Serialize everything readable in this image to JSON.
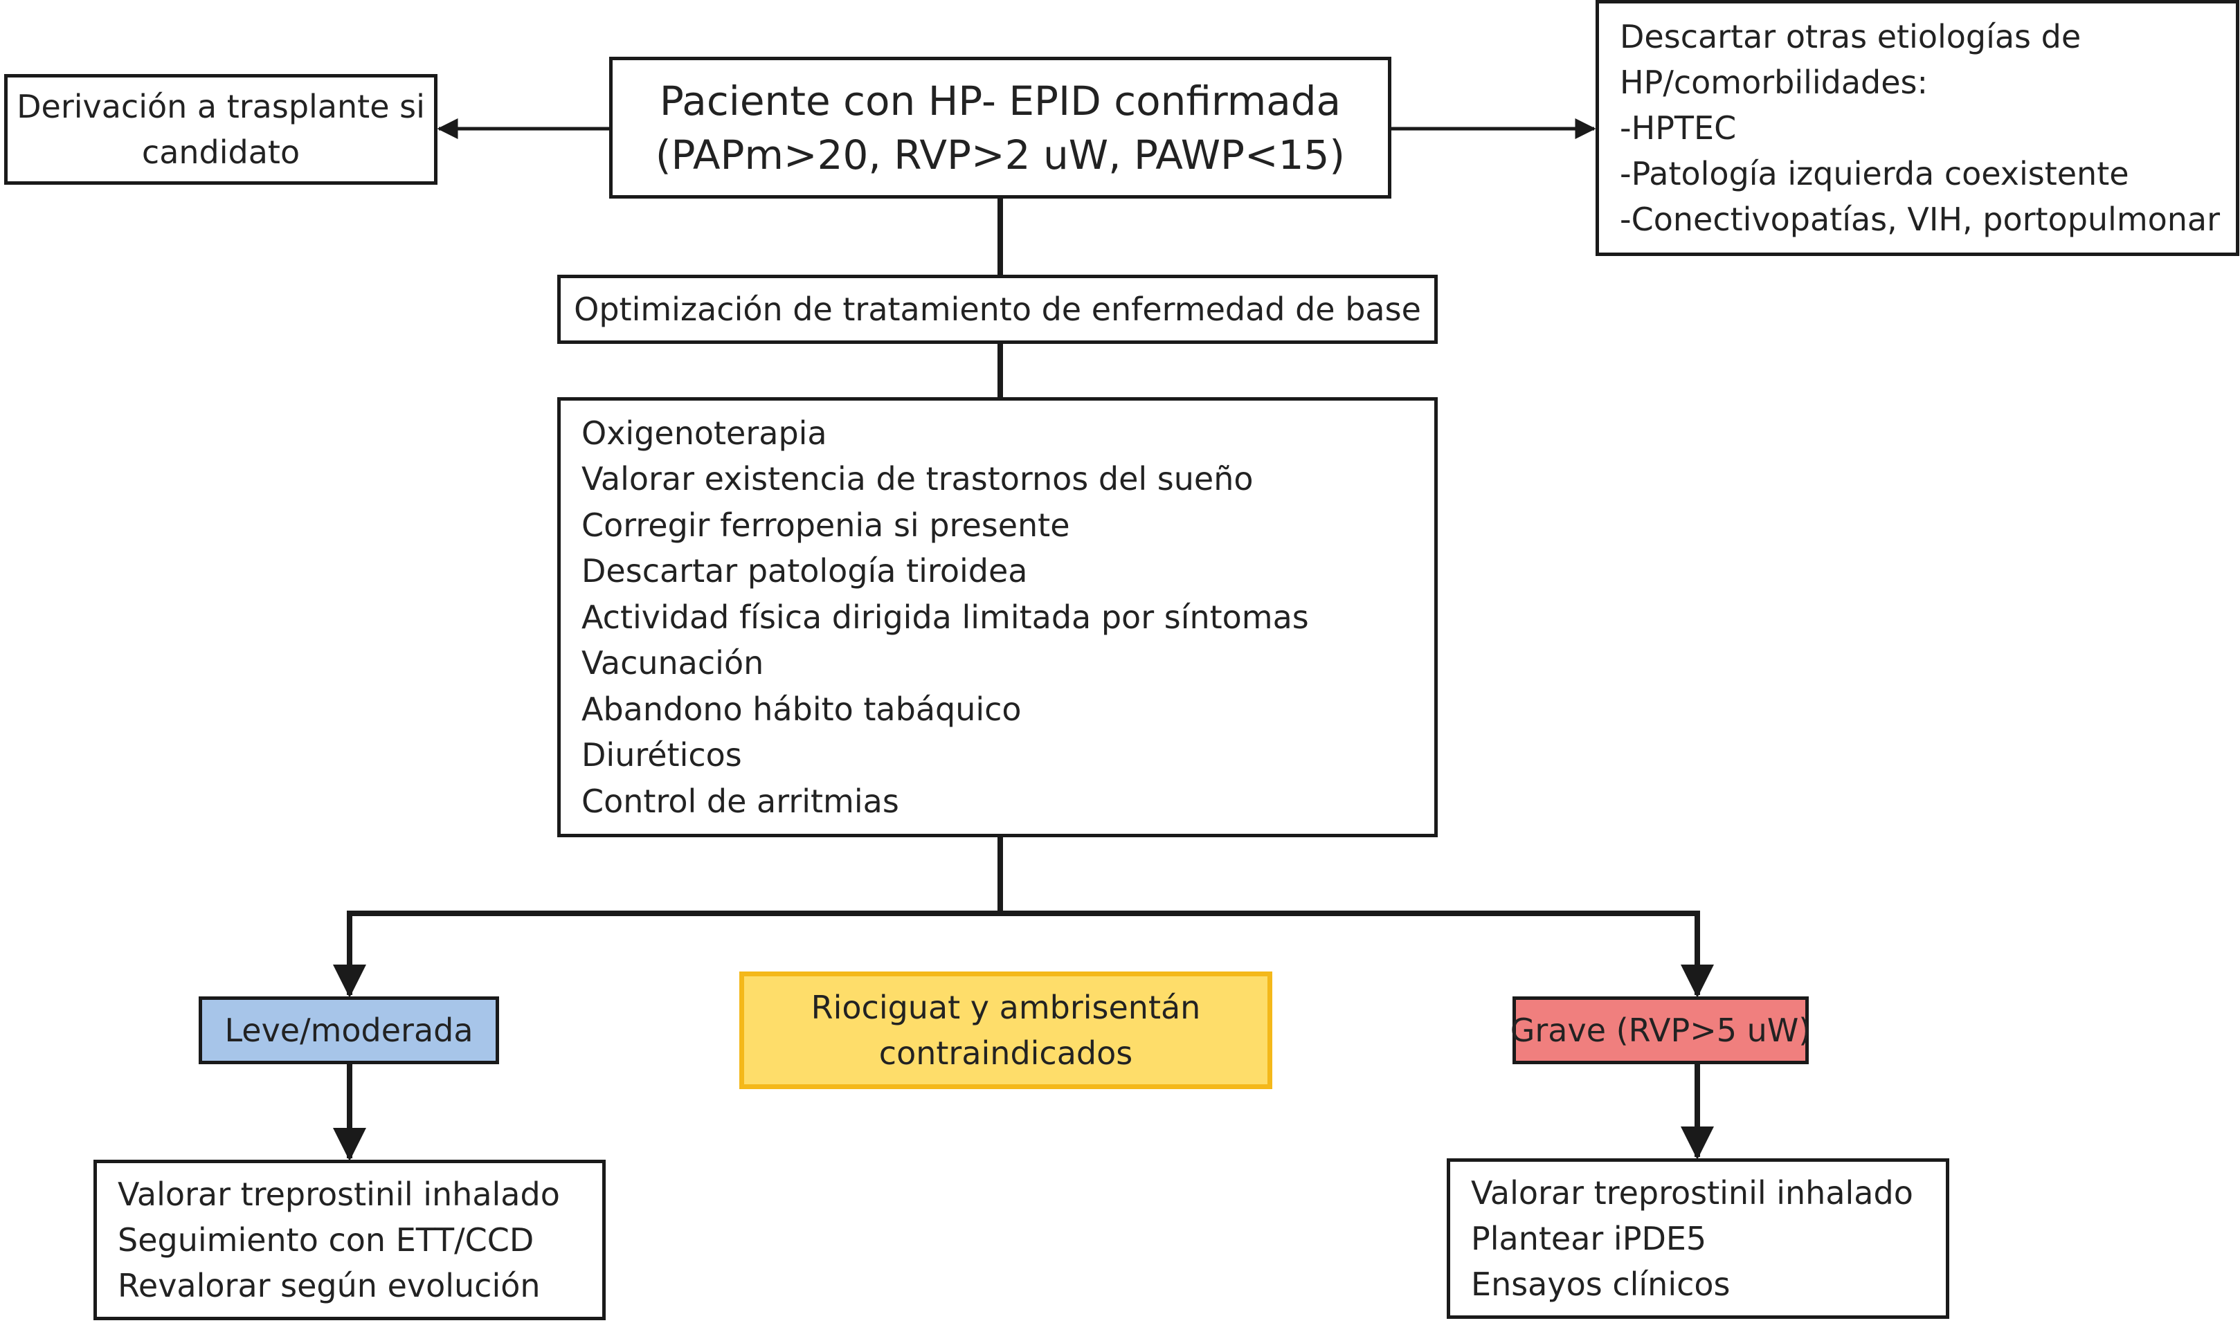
{
  "nodes": {
    "transplant": {
      "lines": [
        "Derivación a trasplante si",
        "candidato"
      ]
    },
    "patient": {
      "lines": [
        "Paciente con HP- EPID confirmada",
        "(PAPm>20, RVP>2 uW, PAWP<15)"
      ]
    },
    "etiology": {
      "lines": [
        "Descartar otras etiologías de",
        "HP/comorbilidades:",
        "-HPTEC",
        "-Patología izquierda coexistente",
        "-Conectivopatías, VIH, portopulmonar"
      ]
    },
    "optimization": {
      "lines": [
        "Optimización de tratamiento de enfermedad de base"
      ]
    },
    "measures": {
      "lines": [
        "Oxigenoterapia",
        "Valorar existencia de trastornos del sueño",
        "Corregir ferropenia si presente",
        "Descartar patología tiroidea",
        "Actividad física dirigida limitada por síntomas",
        "Vacunación",
        "Abandono hábito tabáquico",
        "Diuréticos",
        "Control de arritmias"
      ]
    },
    "mild": {
      "lines": [
        "Leve/moderada"
      ]
    },
    "contraindicated": {
      "lines": [
        "Riociguat y ambrisentán",
        "contraindicados"
      ]
    },
    "severe": {
      "lines": [
        "Grave (RVP>5 uW)"
      ]
    },
    "mild_actions": {
      "lines": [
        "Valorar treprostinil inhalado",
        "Seguimiento con ETT/CCD",
        "Revalorar según evolución"
      ]
    },
    "severe_actions": {
      "lines": [
        "Valorar treprostinil inhalado",
        "Plantear iPDE5",
        "Ensayos clínicos"
      ]
    }
  },
  "colors": {
    "mild_fill": "#a7c5e9",
    "severe_fill": "#f07f7e",
    "contraindicated_fill": "#fedd6a",
    "contraindicated_border": "#f4b81a",
    "line": "#1a1a1a"
  },
  "edges": [
    {
      "from": "patient",
      "to": "transplant",
      "arrow": true
    },
    {
      "from": "patient",
      "to": "etiology",
      "arrow": true
    },
    {
      "from": "patient",
      "to": "optimization",
      "arrow": false
    },
    {
      "from": "optimization",
      "to": "measures",
      "arrow": false
    },
    {
      "from": "measures",
      "to": "mild",
      "arrow": true
    },
    {
      "from": "measures",
      "to": "severe",
      "arrow": true
    },
    {
      "from": "mild",
      "to": "mild_actions",
      "arrow": true
    },
    {
      "from": "severe",
      "to": "severe_actions",
      "arrow": true
    }
  ]
}
